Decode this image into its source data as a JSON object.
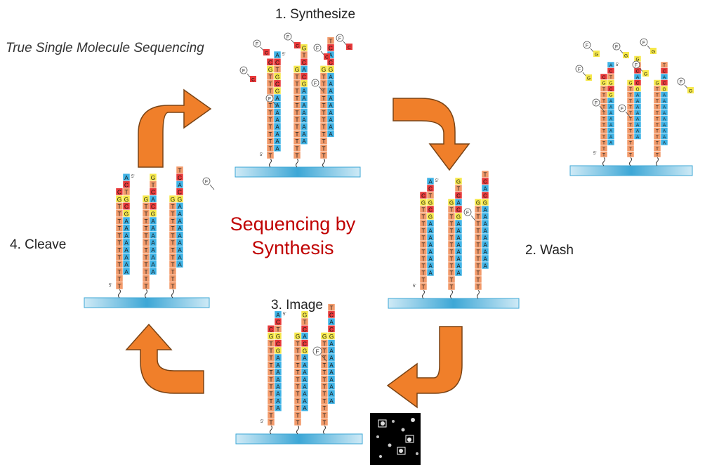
{
  "title": "True Single Molecule Sequencing",
  "center_label": [
    "Sequencing by",
    "Synthesis"
  ],
  "steps": [
    {
      "label": "1. Synthesize"
    },
    {
      "label": "2. Wash"
    },
    {
      "label": "3. Image"
    },
    {
      "label": "4. Cleave"
    }
  ],
  "colors": {
    "arrow": "#f07f2a",
    "arrow_stroke": "#7a4416",
    "T": "#f29a6a",
    "A": "#3fb3e6",
    "C": "#e8393a",
    "G": "#f6e84a",
    "text_red": "#c00000",
    "surface": "#3da7d6"
  },
  "strands": {
    "template_strands": [
      [
        "A",
        "C",
        "T",
        "G",
        "C",
        "G",
        "A",
        "A",
        "A",
        "A",
        "A",
        "A",
        "A",
        "A"
      ],
      [
        "G",
        "T",
        "C",
        "A",
        "C",
        "G",
        "A",
        "A",
        "A",
        "A",
        "A",
        "A",
        "A",
        "A"
      ],
      [
        "T",
        "C",
        "A",
        "C",
        "G",
        "A",
        "A",
        "A",
        "A",
        "A",
        "A",
        "A",
        "A",
        "A"
      ]
    ],
    "primer_strands": [
      [
        "C",
        "G",
        "T",
        "T",
        "T",
        "T",
        "T",
        "T",
        "T",
        "T",
        "T",
        "T",
        "T",
        "T"
      ],
      [
        "G",
        "T",
        "T",
        "T",
        "T",
        "T",
        "T",
        "T",
        "T",
        "T",
        "T",
        "T",
        "T"
      ],
      [
        "G",
        "T",
        "T",
        "T",
        "T",
        "T",
        "T",
        "T",
        "T",
        "T",
        "T",
        "T",
        "T"
      ]
    ],
    "label_5prime": "5'",
    "fluor_mark": "F"
  },
  "free_nucleotides": {
    "panel1": "C",
    "panel_top_right": "G"
  }
}
